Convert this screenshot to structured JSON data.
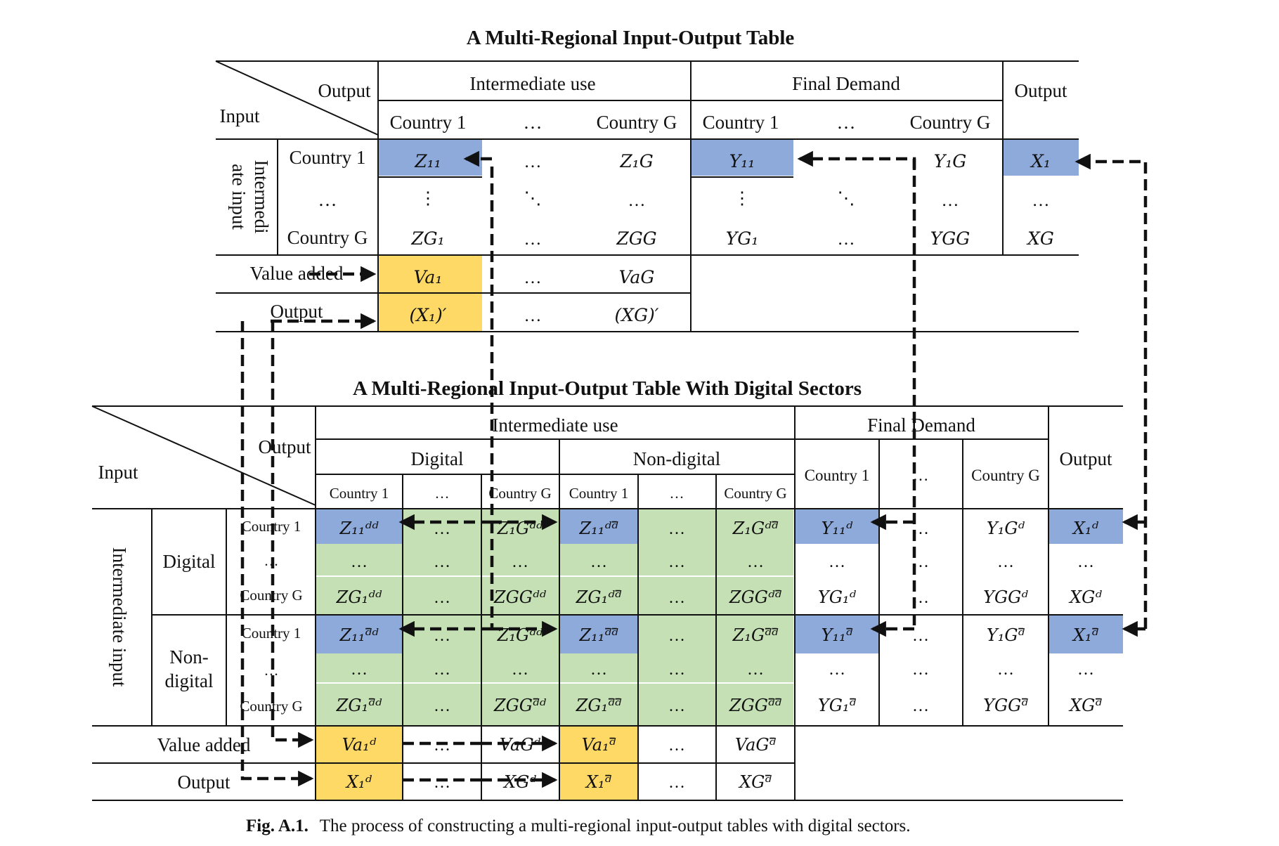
{
  "colors": {
    "blue": "#8eaadb",
    "yellow": "#ffd966",
    "green": "#c5e0b4",
    "ink": "#111111"
  },
  "table1": {
    "title": "A Multi-Regional Input-Output Table",
    "corner_output": "Output",
    "corner_input": "Input",
    "intermediate_use": "Intermediate use",
    "final_demand": "Final Demand",
    "output_col": "Output",
    "col_country1": "Country 1",
    "col_countryG": "Country G",
    "ellipsis": "…",
    "vdots": "⋮",
    "ddots": "⋱",
    "row_group_line1": "Intermedi",
    "row_group_line2": "ate input",
    "row_country1": "Country 1",
    "row_countryG": "Country G",
    "value_added": "Value added",
    "output_row": "Output",
    "Z11": "Z₁₁",
    "Z1G": "Z₁G",
    "ZG1": "ZG₁",
    "ZGG": "ZGG",
    "Y11": "Y₁₁",
    "Y1G": "Y₁G",
    "YG1": "YG₁",
    "YGG": "YGG",
    "X1": "X₁",
    "XG": "XG",
    "Va1": "Va₁",
    "VaG": "VaG",
    "X1p": "(X₁)′",
    "XGp": "(XG)′"
  },
  "table2": {
    "title": "A Multi-Regional Input-Output Table With Digital Sectors",
    "corner_output": "Output",
    "corner_input": "Input",
    "intermediate_use": "Intermediate use",
    "final_demand": "Final Demand",
    "output_col": "Output",
    "digital": "Digital",
    "non_digital": "Non-digital",
    "non_digital_line1": "Non-",
    "non_digital_line2": "digital",
    "country1": "Country 1",
    "countryG": "Country G",
    "ellipsis": "…",
    "intermediate_input": "Intermediate input",
    "value_added": "Value added",
    "output_row": "Output",
    "cells": {
      "r1": [
        "Z₁₁ᵈᵈ",
        "…",
        "Z₁Gᵈᵈ",
        "Z₁₁ᵈᵈ̄",
        "…",
        "Z₁Gᵈᵈ̄",
        "Y₁₁ᵈ",
        "…",
        "Y₁Gᵈ",
        "X₁ᵈ"
      ],
      "r2": [
        "…",
        "…",
        "…",
        "…",
        "…",
        "…",
        "…",
        "…",
        "…",
        "…"
      ],
      "r3": [
        "ZG₁ᵈᵈ",
        "…",
        "ZGGᵈᵈ",
        "ZG₁ᵈᵈ̄",
        "…",
        "ZGGᵈᵈ̄",
        "YG₁ᵈ",
        "…",
        "YGGᵈ",
        "XGᵈ"
      ],
      "r4": [
        "Z₁₁ᵈ̄ᵈ",
        "…",
        "Z₁Gᵈ̄ᵈ",
        "Z₁₁ᵈ̄ᵈ̄",
        "…",
        "Z₁Gᵈ̄ᵈ̄",
        "Y₁₁ᵈ̄",
        "…",
        "Y₁Gᵈ̄",
        "X₁ᵈ̄"
      ],
      "r5": [
        "…",
        "…",
        "…",
        "…",
        "…",
        "…",
        "…",
        "…",
        "…",
        "…"
      ],
      "r6": [
        "ZG₁ᵈ̄ᵈ",
        "…",
        "ZGGᵈ̄ᵈ",
        "ZG₁ᵈ̄ᵈ̄",
        "…",
        "ZGGᵈ̄ᵈ̄",
        "YG₁ᵈ̄",
        "…",
        "YGGᵈ̄",
        "XGᵈ̄"
      ],
      "va": [
        "Va₁ᵈ",
        "…",
        "VaGᵈ",
        "Va₁ᵈ̄",
        "…",
        "VaGᵈ̄"
      ],
      "out": [
        "X₁ᵈ",
        "…",
        "XGᵈ",
        "X₁ᵈ̄",
        "…",
        "XGᵈ̄"
      ]
    }
  },
  "caption": {
    "label": "Fig. A.1.",
    "text": "The process of constructing a multi-regional input-output tables with digital sectors."
  }
}
